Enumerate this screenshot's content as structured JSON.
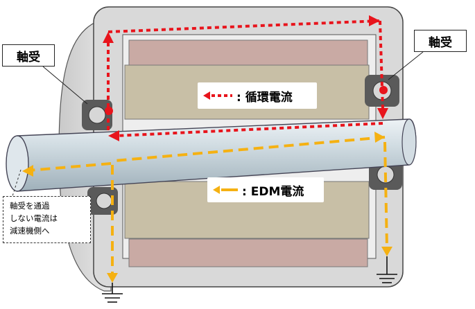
{
  "labels": {
    "bearing_left": "軸受",
    "bearing_right": "軸受"
  },
  "legend": {
    "circulating": {
      "text": ": 循環電流",
      "color": "#e8141c"
    },
    "edm": {
      "text": ": EDM電流",
      "color": "#f5b112"
    }
  },
  "note": {
    "lines": [
      "軸受を通過",
      "しない電流は",
      "減速機側へ"
    ]
  },
  "colors": {
    "frame": "#d9d9d9",
    "stator_core": "#c8bfa6",
    "winding": "#c9aaa4",
    "shaft": "#c7d3da",
    "circulating_current": "#e8141c",
    "edm_current": "#f5b112"
  }
}
